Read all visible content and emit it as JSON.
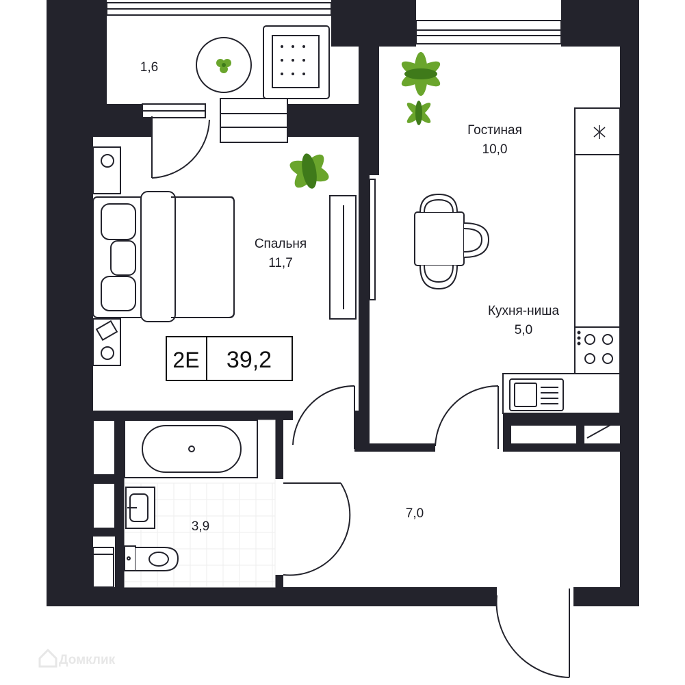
{
  "plan": {
    "unit_type": "2Е",
    "total_area": "39,2",
    "watermark": "Домклик",
    "colors": {
      "wall": "#23232c",
      "outline": "#23232c",
      "plant": "#6aa52c",
      "plant_dark": "#3f7a1a",
      "tile": "#eeeeee"
    },
    "rooms": [
      {
        "id": "balcony",
        "name": "",
        "area": "1,6"
      },
      {
        "id": "living",
        "name": "Гостиная",
        "area": "10,0"
      },
      {
        "id": "bedroom",
        "name": "Спальня",
        "area": "11,7"
      },
      {
        "id": "kitchen",
        "name": "Кухня-ниша",
        "area": "5,0"
      },
      {
        "id": "bathroom",
        "name": "",
        "area": "3,9"
      },
      {
        "id": "hallway",
        "name": "",
        "area": "7,0"
      }
    ]
  }
}
